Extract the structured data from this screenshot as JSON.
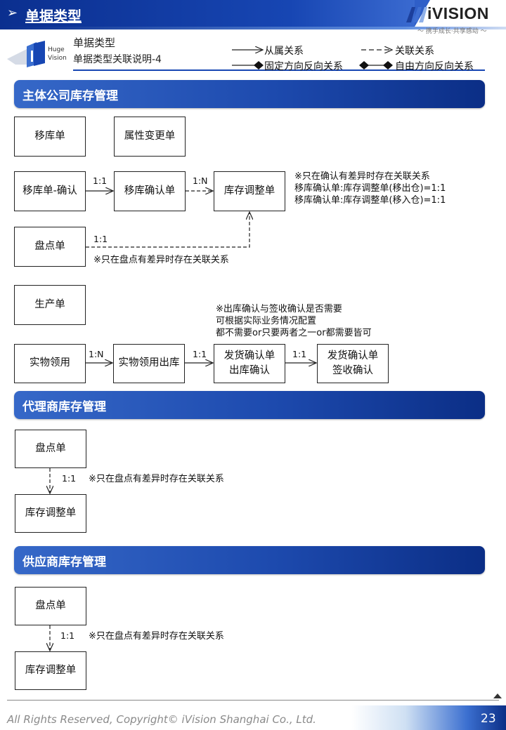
{
  "header": {
    "title": "单据类型",
    "brand": "iVISION",
    "slogan": "～ 携手成长·共享感动 ～"
  },
  "logo": {
    "line1": "Huge",
    "line2": "Vision"
  },
  "subheader": {
    "title": "单据类型",
    "description": "单据类型关联说明-4"
  },
  "legend": {
    "belongs": "从属关系",
    "related": "关联关系",
    "fixed_reverse": "固定方向反向关系",
    "free_reverse": "自由方向反向关系"
  },
  "sections": {
    "main": "主体公司库存管理",
    "agent": "代理商库存管理",
    "supplier": "供应商库存管理"
  },
  "boxes": {
    "transfer": "移库单",
    "attr_change": "属性变更单",
    "transfer_confirm": "移库单-确认",
    "transfer_confirm_doc": "移库确认单",
    "stock_adjust": "库存调整单",
    "inventory": "盘点单",
    "production": "生产单",
    "material_req": "实物领用",
    "material_out": "实物领用出库",
    "ship_out_l1": "发货确认单",
    "ship_out_l2": "出库确认",
    "ship_sign_l1": "发货确认单",
    "ship_sign_l2": "签收确认",
    "agent_inventory": "盘点单",
    "agent_adjust": "库存调整单",
    "supplier_inventory": "盘点单",
    "supplier_adjust": "库存调整单"
  },
  "labels": {
    "r1": "1:1",
    "r2": "1:N",
    "r3": "1:1",
    "r4": "1:N",
    "r5": "1:1",
    "r6": "1:1",
    "r7": "1:1",
    "r8": "1:1"
  },
  "notes": {
    "confirm_1": "※只在确认有差异时存在关联关系",
    "confirm_2": "移库确认单:库存调整单(移出仓)=1:1",
    "confirm_3": "移库确认单:库存调整单(移入仓)=1:1",
    "inventory_main": "※只在盘点有差异时存在关联关系",
    "ship_1": "※出库确认与签收确认是否需要",
    "ship_2": "可根据实际业务情况配置",
    "ship_3": "都不需要or只要两者之一or都需要皆可",
    "inventory_agent": "※只在盘点有差异时存在关联关系",
    "inventory_supplier": "※只在盘点有差异时存在关联关系"
  },
  "footer": {
    "copyright": "All Rights Reserved, Copyright© iVision Shanghai Co., Ltd.",
    "page": "23"
  },
  "colors": {
    "primary": "#1746b3",
    "dark": "#0b2e86"
  }
}
